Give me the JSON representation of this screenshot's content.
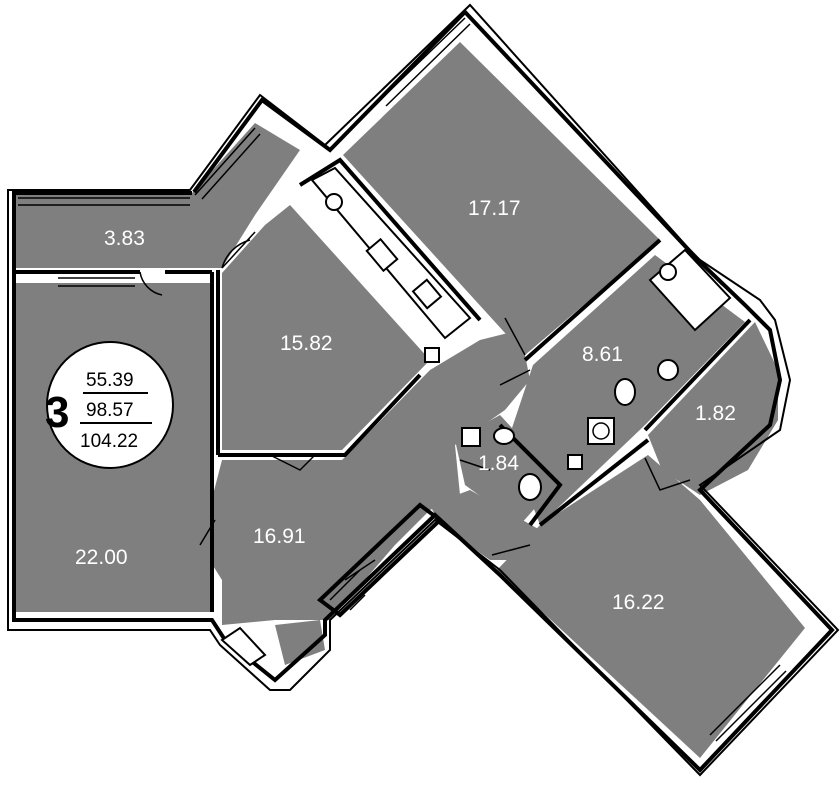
{
  "rooms": [
    {
      "id": "balcony-left",
      "area": "3.83"
    },
    {
      "id": "living-left",
      "area": "22.00"
    },
    {
      "id": "kitchen",
      "area": "15.82"
    },
    {
      "id": "bedroom-top",
      "area": "17.17"
    },
    {
      "id": "bathroom",
      "area": "8.61"
    },
    {
      "id": "loggia-right",
      "area": "1.82"
    },
    {
      "id": "wc",
      "area": "1.84"
    },
    {
      "id": "hall",
      "area": "16.91"
    },
    {
      "id": "bedroom-bottom",
      "area": "16.22"
    }
  ],
  "summary": {
    "room_count": "3",
    "living_area": "55.39",
    "total_area": "98.57",
    "total_with_balconies": "104.22"
  },
  "colors": {
    "room_fill": "#7f7f7f",
    "wall": "#000000",
    "badge_bg": "#ffffff",
    "label_text": "#ffffff"
  }
}
